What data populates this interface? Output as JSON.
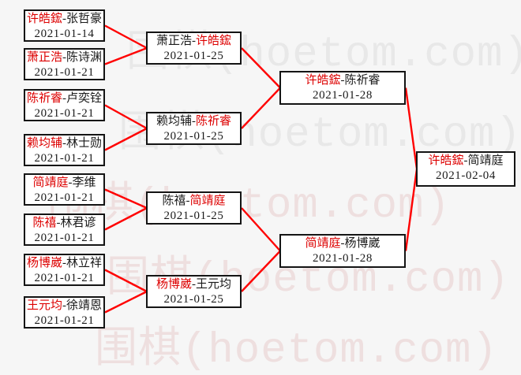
{
  "watermark": {
    "text": "围棋(hoetom.com)",
    "gray_color": "#e8e8e8",
    "tint_color": "#eedfdf"
  },
  "bracket": {
    "separator": "-",
    "line_color": "#ff0000",
    "winner_color": "#dd0000",
    "border_color": "#141414",
    "rounds": [
      {
        "name": "round-1",
        "matches": [
          {
            "p1": "许皓鋐",
            "p2": "张哲豪",
            "winner": "p1",
            "date": "2021-01-14"
          },
          {
            "p1": "萧正浩",
            "p2": "陈诗渊",
            "winner": "p1",
            "date": "2021-01-21"
          },
          {
            "p1": "陈祈睿",
            "p2": "卢奕铨",
            "winner": "p1",
            "date": "2021-01-21"
          },
          {
            "p1": "赖均辅",
            "p2": "林士勋",
            "winner": "p1",
            "date": "2021-01-21"
          },
          {
            "p1": "简靖庭",
            "p2": "李维",
            "winner": "p1",
            "date": "2021-01-21"
          },
          {
            "p1": "陈禧",
            "p2": "林君谚",
            "winner": "p1",
            "date": "2021-01-21"
          },
          {
            "p1": "杨博崴",
            "p2": "林立祥",
            "winner": "p1",
            "date": "2021-01-21"
          },
          {
            "p1": "王元均",
            "p2": "徐靖恩",
            "winner": "p1",
            "date": "2021-01-21"
          }
        ]
      },
      {
        "name": "round-2",
        "matches": [
          {
            "p1": "萧正浩",
            "p2": "许皓鋐",
            "winner": "p2",
            "date": "2021-01-25"
          },
          {
            "p1": "赖均辅",
            "p2": "陈祈睿",
            "winner": "p2",
            "date": "2021-01-25"
          },
          {
            "p1": "陈禧",
            "p2": "简靖庭",
            "winner": "p2",
            "date": "2021-01-25"
          },
          {
            "p1": "杨博崴",
            "p2": "王元均",
            "winner": "p1",
            "date": "2021-01-25"
          }
        ]
      },
      {
        "name": "semifinal",
        "matches": [
          {
            "p1": "许皓鋐",
            "p2": "陈祈睿",
            "winner": "p1",
            "date": "2021-01-28"
          },
          {
            "p1": "简靖庭",
            "p2": "杨博崴",
            "winner": "p1",
            "date": "2021-01-28"
          }
        ]
      },
      {
        "name": "final",
        "matches": [
          {
            "p1": "许皓鋐",
            "p2": "简靖庭",
            "winner": "p1",
            "date": "2021-02-04"
          }
        ]
      }
    ]
  }
}
